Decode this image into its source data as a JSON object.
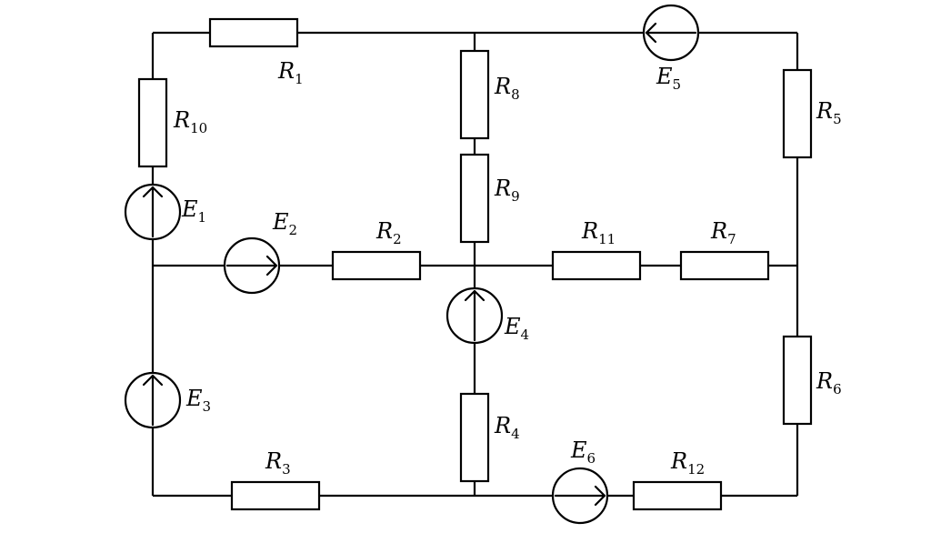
{
  "diagram": {
    "resistors": [
      {
        "id": "R1",
        "letter": "R",
        "sub": "1"
      },
      {
        "id": "R2",
        "letter": "R",
        "sub": "2"
      },
      {
        "id": "R3",
        "letter": "R",
        "sub": "3"
      },
      {
        "id": "R4",
        "letter": "R",
        "sub": "4"
      },
      {
        "id": "R5",
        "letter": "R",
        "sub": "5"
      },
      {
        "id": "R6",
        "letter": "R",
        "sub": "6"
      },
      {
        "id": "R7",
        "letter": "R",
        "sub": "7"
      },
      {
        "id": "R8",
        "letter": "R",
        "sub": "8"
      },
      {
        "id": "R9",
        "letter": "R",
        "sub": "9"
      },
      {
        "id": "R10",
        "letter": "R",
        "sub": "10"
      },
      {
        "id": "R11",
        "letter": "R",
        "sub": "11"
      },
      {
        "id": "R12",
        "letter": "R",
        "sub": "12"
      }
    ],
    "sources": [
      {
        "id": "E1",
        "letter": "E",
        "sub": "1",
        "direction": "up"
      },
      {
        "id": "E2",
        "letter": "E",
        "sub": "2",
        "direction": "right"
      },
      {
        "id": "E3",
        "letter": "E",
        "sub": "3",
        "direction": "up"
      },
      {
        "id": "E4",
        "letter": "E",
        "sub": "4",
        "direction": "up"
      },
      {
        "id": "E5",
        "letter": "E",
        "sub": "5",
        "direction": "left"
      },
      {
        "id": "E6",
        "letter": "E",
        "sub": "6",
        "direction": "right"
      }
    ]
  }
}
